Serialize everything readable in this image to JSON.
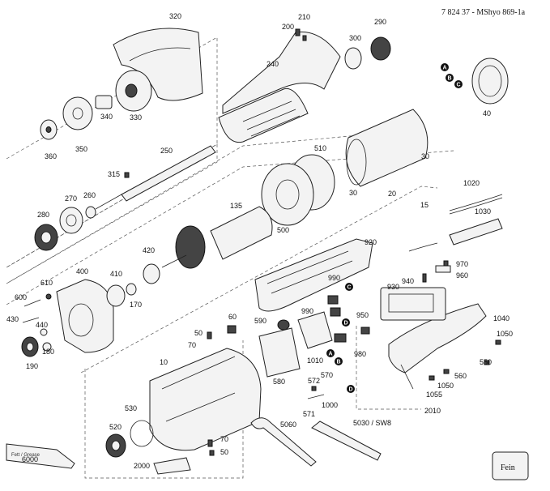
{
  "header": {
    "doc_code": "7 824 37 - MShyo 869-1a"
  },
  "brand": {
    "logo_text": "Fein"
  },
  "tube": {
    "text": "Fett / Grease"
  },
  "colors": {
    "ink": "#111111",
    "marker": "#111111",
    "paper": "#ffffff"
  },
  "markers": [
    {
      "id": "A1",
      "letter": "A"
    },
    {
      "id": "B1",
      "letter": "B"
    },
    {
      "id": "C1",
      "letter": "C"
    },
    {
      "id": "C2",
      "letter": "C"
    },
    {
      "id": "D1",
      "letter": "D"
    },
    {
      "id": "A2",
      "letter": "A"
    },
    {
      "id": "B2",
      "letter": "B"
    },
    {
      "id": "D2",
      "letter": "D"
    }
  ],
  "parts": [
    "320",
    "210",
    "200",
    "290",
    "300",
    "240",
    "340",
    "330",
    "360",
    "350",
    "250",
    "315",
    "510",
    "40",
    "30",
    "30",
    "20",
    "15",
    "1020",
    "1030",
    "270",
    "260",
    "280",
    "135",
    "500",
    "920",
    "420",
    "970",
    "960",
    "400",
    "410",
    "610",
    "600",
    "170",
    "430",
    "440",
    "180",
    "190",
    "990",
    "940",
    "930",
    "590",
    "990",
    "950",
    "1040",
    "1050",
    "60",
    "50",
    "70",
    "1010",
    "980",
    "550",
    "10",
    "580",
    "560",
    "1055",
    "1050",
    "570",
    "572",
    "1000",
    "571",
    "530",
    "520",
    "5060",
    "5030 / SW8",
    "2010",
    "70",
    "50",
    "2000",
    "6000"
  ]
}
